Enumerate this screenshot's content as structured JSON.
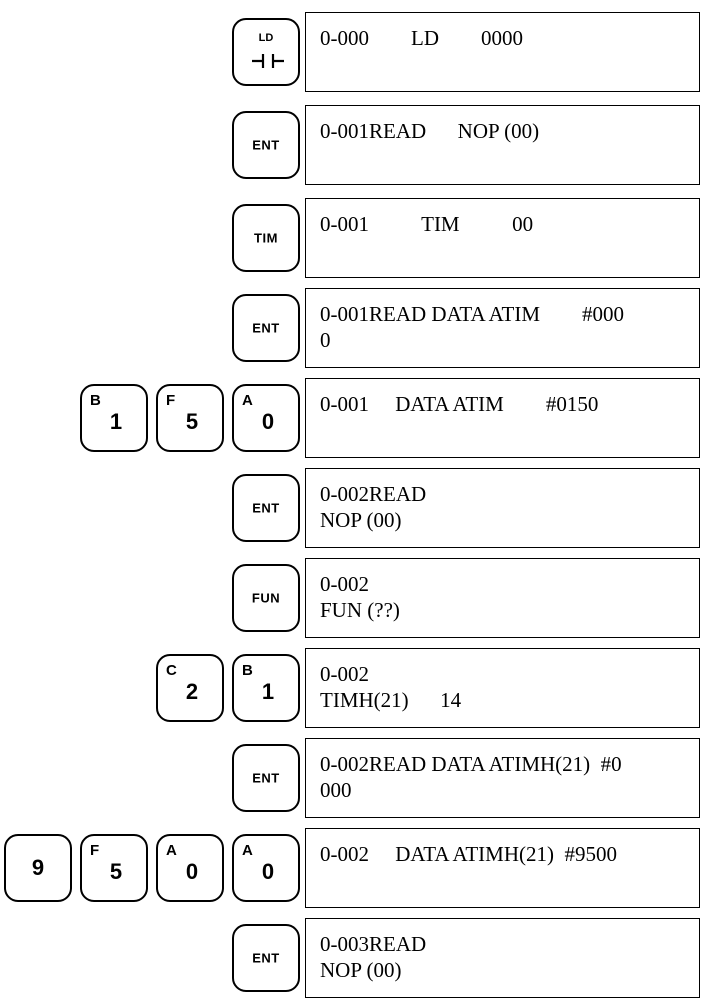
{
  "steps": [
    {
      "keys": [
        {
          "type": "ld",
          "label": "LD",
          "icon": "contact-symbol-icon"
        }
      ],
      "display": [
        "0-000        LD        0000",
        ""
      ]
    },
    {
      "keys": [
        {
          "type": "fn",
          "label": "ENT"
        }
      ],
      "display": [
        "0-001READ      NOP (00)",
        ""
      ]
    },
    {
      "keys": [
        {
          "type": "fn",
          "label": "TIM"
        }
      ],
      "display": [
        "0-001          TIM          00",
        ""
      ]
    },
    {
      "keys": [
        {
          "type": "fn",
          "label": "ENT"
        }
      ],
      "display": [
        "0-001READ DATA ATIM        #000",
        "0"
      ]
    },
    {
      "keys": [
        {
          "type": "num",
          "sup": "B",
          "digit": "1"
        },
        {
          "type": "num",
          "sup": "F",
          "digit": "5"
        },
        {
          "type": "num",
          "sup": "A",
          "digit": "0"
        }
      ],
      "display": [
        "0-001     DATA ATIM        #0150",
        ""
      ]
    },
    {
      "keys": [
        {
          "type": "fn",
          "label": "ENT"
        }
      ],
      "display": [
        "0-002READ",
        "NOP (00)"
      ]
    },
    {
      "keys": [
        {
          "type": "fn",
          "label": "FUN"
        }
      ],
      "display": [
        "0-002",
        "FUN (??)"
      ]
    },
    {
      "keys": [
        {
          "type": "num",
          "sup": "C",
          "digit": "2"
        },
        {
          "type": "num",
          "sup": "B",
          "digit": "1"
        }
      ],
      "display": [
        "0-002",
        "TIMH(21)      14"
      ]
    },
    {
      "keys": [
        {
          "type": "fn",
          "label": "ENT"
        }
      ],
      "display": [
        "0-002READ DATA ATIMH(21)  #0",
        "000"
      ]
    },
    {
      "keys": [
        {
          "type": "num",
          "sup": "",
          "digit": "9"
        },
        {
          "type": "num",
          "sup": "F",
          "digit": "5"
        },
        {
          "type": "num",
          "sup": "A",
          "digit": "0"
        },
        {
          "type": "num",
          "sup": "A",
          "digit": "0"
        }
      ],
      "display": [
        "0-002     DATA ATIMH(21)  #9500",
        ""
      ]
    },
    {
      "keys": [
        {
          "type": "fn",
          "label": "ENT"
        }
      ],
      "display": [
        "0-003READ",
        "NOP (00)"
      ]
    }
  ]
}
